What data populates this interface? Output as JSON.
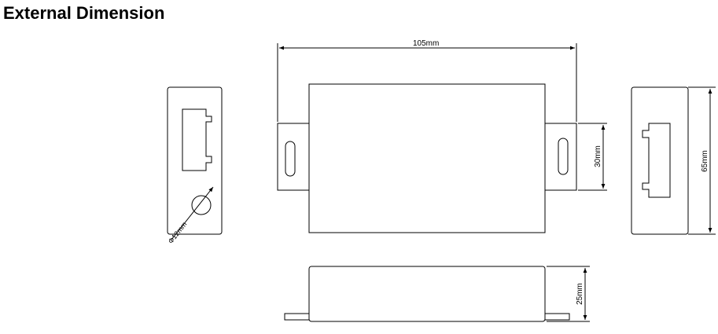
{
  "page": {
    "title": "External Dimension"
  },
  "drawing": {
    "stroke_color": "#000000",
    "background": "#ffffff",
    "dimensions": {
      "length": "105mm",
      "mount_height": "30mm",
      "height": "65mm",
      "thickness": "25mm",
      "hole_diameter": "Φ12mm"
    }
  }
}
